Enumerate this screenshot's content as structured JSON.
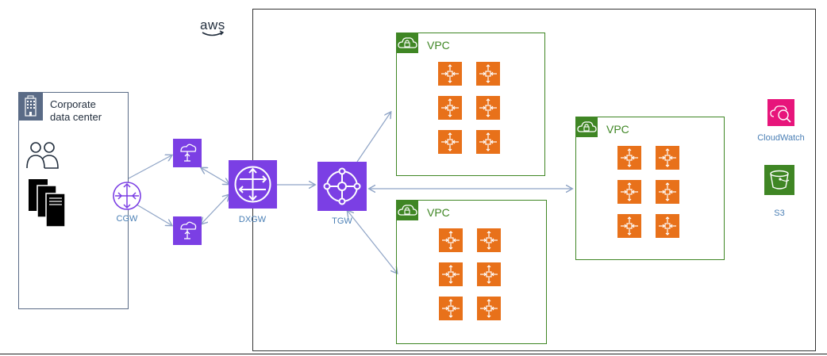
{
  "aws": {
    "logo_text": "aws"
  },
  "corporate": {
    "label_line1": "Corporate",
    "label_line2": "data center"
  },
  "nodes": {
    "cgw": "CGW",
    "dxgw": "DXGW",
    "tgw": "TGW"
  },
  "vpcs": [
    {
      "label": "VPC"
    },
    {
      "label": "VPC"
    },
    {
      "label": "VPC"
    }
  ],
  "services": {
    "cloudwatch": "CloudWatch",
    "s3": "S3"
  },
  "colors": {
    "vpc_green": "#3f8624",
    "instance_orange": "#e8711a",
    "network_purple": "#7b3fe4",
    "cloudwatch_pink": "#e7157b",
    "s3_green": "#3f8624",
    "connector": "#8fa4c6"
  }
}
